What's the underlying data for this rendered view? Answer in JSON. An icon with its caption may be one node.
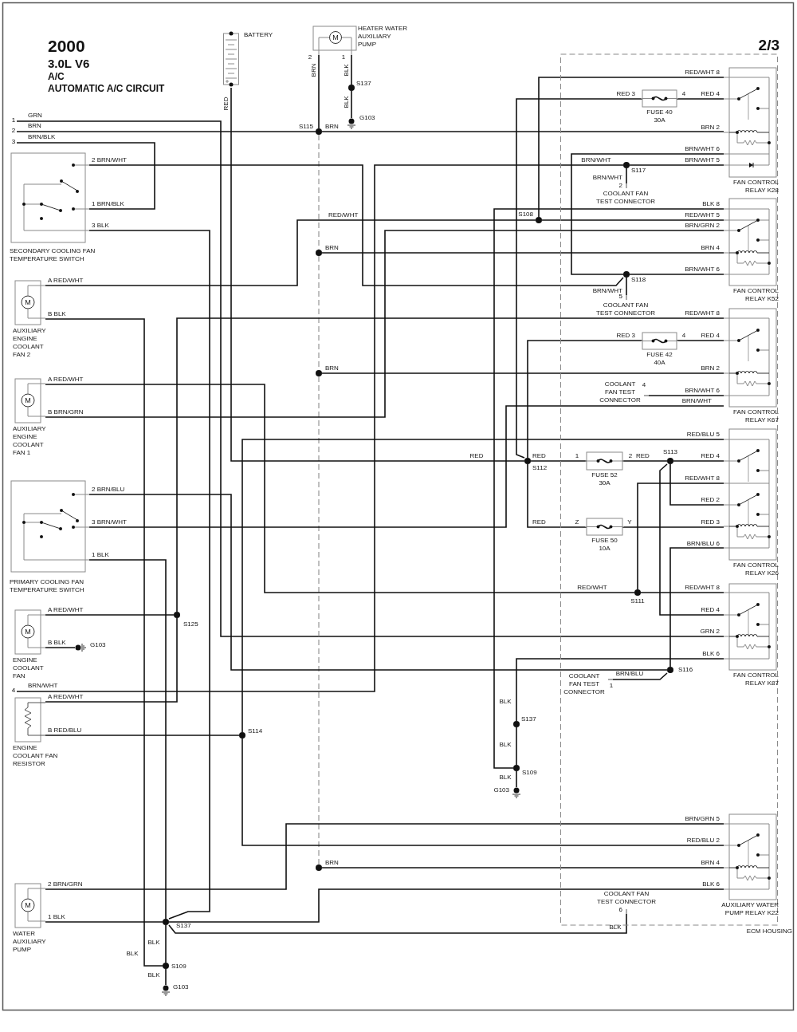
{
  "diagram": {
    "title": "2000",
    "nodes": [
      {
        "text": [
          "ECM HOUSING"
        ]
      },
      {
        "text": [
          "BATTERY"
        ]
      },
      {
        "text": [
          "M",
          "HEATER WATER AUXILIARY PUMP"
        ]
      },
      {
        "text": [
          "SECONDARY COOLING FAN TEMPERATURE SWITCH"
        ]
      },
      {
        "text": [
          "M",
          "AUXILIARY ENGINE COOLANT FAN 2"
        ]
      },
      {
        "text": [
          "M",
          "AUXILIARY ENGINE COOLANT FAN 1"
        ]
      },
      {
        "text": [
          "PRIMARY COOLING FAN TEMPERATURE SWITCH"
        ]
      },
      {
        "text": [
          "M",
          "ENGINE COOLANT FAN"
        ]
      },
      {
        "text": [
          "ENGINE COOLANT FAN RESISTOR"
        ]
      },
      {
        "text": [
          "M",
          "WATER AUXILIARY PUMP"
        ]
      },
      {
        "text": [
          "FAN CONTROL RELAY K28"
        ],
        "in": 0
      },
      {
        "text": [
          "FAN CONTROL RELAY K52"
        ],
        "in": 0
      },
      {
        "text": [
          "FAN CONTROL RELAY K67"
        ],
        "in": 0
      },
      {
        "text": [
          "FAN CONTROL RELAY K26"
        ],
        "in": 0
      },
      {
        "text": [
          "FAN CONTROL RELAY K87"
        ],
        "in": 0
      },
      {
        "text": [
          "AUXILIARY WATER PUMP RELAY K22"
        ],
        "in": 0
      },
      {
        "text": [
          "FUSE 40",
          "30A"
        ],
        "in": 0
      },
      {
        "text": [
          "FUSE 42",
          "40A"
        ],
        "in": 0
      },
      {
        "text": [
          "FUSE 52",
          "30A"
        ],
        "in": 0
      },
      {
        "text": [
          "FUSE 50",
          "10A"
        ],
        "in": 0
      },
      {
        "text": [
          "COOLANT FAN TEST CONNECTOR"
        ],
        "in": 0
      },
      {
        "text": [
          "COOLANT FAN TEST CONNECTOR"
        ],
        "in": 0
      },
      {
        "text": [
          "COOLANT FAN TEST CONNECTOR"
        ],
        "in": 0
      },
      {
        "text": [
          "COOLANT FAN TEST CONNECTOR"
        ],
        "in": 0
      },
      {
        "text": [
          "COOLANT FAN TEST CONNECTOR"
        ],
        "in": 0
      },
      {
        "text": [],
        "shape": "circle",
        "beside": [
          "S115"
        ]
      },
      {
        "text": [],
        "shape": "circle",
        "beside": [
          "S137"
        ]
      },
      {
        "text": [],
        "shape": "ground",
        "beside": [
          "G103"
        ]
      },
      {
        "text": [],
        "shape": "circle",
        "beside": [
          "S108"
        ]
      },
      {
        "text": [],
        "shape": "circle",
        "beside": [
          "S117"
        ],
        "in": 0
      },
      {
        "text": [],
        "shape": "circle",
        "beside": [
          "S118"
        ],
        "in": 0
      },
      {
        "text": [],
        "shape": "circle",
        "beside": [
          "S112"
        ]
      },
      {
        "text": [],
        "shape": "circle",
        "beside": [
          "S113"
        ],
        "in": 0
      },
      {
        "text": [],
        "shape": "circle",
        "beside": [
          "S111"
        ],
        "in": 0
      },
      {
        "text": [],
        "shape": "circle",
        "beside": [
          "S116"
        ],
        "in": 0
      },
      {
        "text": [],
        "shape": "circle",
        "beside": [
          "S125"
        ]
      },
      {
        "text": [],
        "shape": "circle",
        "beside": [
          "S114"
        ]
      },
      {
        "text": [],
        "shape": "ground",
        "beside": [
          "G103"
        ]
      },
      {
        "text": [],
        "shape": "circle",
        "beside": [
          "S137"
        ]
      },
      {
        "text": [],
        "shape": "circle",
        "beside": [
          "S109"
        ]
      },
      {
        "text": [],
        "shape": "ground",
        "beside": [
          "G103"
        ]
      },
      {
        "text": [],
        "shape": "circle",
        "beside": [
          "S137"
        ]
      },
      {
        "text": [],
        "shape": "circle",
        "beside": [
          "S109"
        ]
      },
      {
        "text": [],
        "shape": "ground",
        "beside": [
          "G103"
        ]
      },
      {
        "text": [],
        "shape": "circle"
      },
      {
        "text": [],
        "shape": "circle"
      },
      {
        "text": [],
        "shape": "circle"
      },
      {
        "text": [
          "1"
        ]
      },
      {
        "text": [
          "2"
        ]
      },
      {
        "text": [
          "3"
        ]
      },
      {
        "text": [
          "4"
        ]
      }
    ],
    "edges": [
      {
        "from": 47,
        "to": 14,
        "arrow": "none"
      },
      {
        "from": 48,
        "to": 25,
        "arrow": "none"
      },
      {
        "from": 25,
        "to": 10,
        "arrow": "none"
      },
      {
        "from": 2,
        "to": 25,
        "arrow": "none"
      },
      {
        "from": 25,
        "to": 44,
        "arrow": "none",
        "style": "dashed",
        "color": "#808080"
      },
      {
        "from": 44,
        "to": 11,
        "arrow": "none"
      },
      {
        "from": 44,
        "to": 45,
        "arrow": "none",
        "style": "dashed",
        "color": "#808080"
      },
      {
        "from": 45,
        "to": 12,
        "arrow": "none"
      },
      {
        "from": 45,
        "to": 46,
        "arrow": "none",
        "style": "dashed",
        "color": "#808080"
      },
      {
        "from": 46,
        "to": 15,
        "arrow": "none"
      },
      {
        "from": 2,
        "to": 26,
        "arrow": "none"
      },
      {
        "from": 26,
        "to": 27,
        "arrow": "none"
      },
      {
        "from": 49,
        "to": 3,
        "arrow": "none"
      },
      {
        "from": 3,
        "to": 30,
        "arrow": "none"
      },
      {
        "from": 50,
        "to": 29,
        "arrow": "none"
      },
      {
        "from": 3,
        "to": 41,
        "arrow": "none"
      },
      {
        "from": 4,
        "to": 28,
        "arrow": "none"
      },
      {
        "from": 4,
        "to": 42,
        "arrow": "none"
      },
      {
        "from": 5,
        "to": 33,
        "arrow": "none"
      },
      {
        "from": 5,
        "to": 11,
        "arrow": "none"
      },
      {
        "from": 6,
        "to": 34,
        "arrow": "none"
      },
      {
        "from": 6,
        "to": 12,
        "arrow": "none"
      },
      {
        "from": 6,
        "to": 41,
        "arrow": "none"
      },
      {
        "from": 7,
        "to": 35,
        "arrow": "none"
      },
      {
        "from": 7,
        "to": 37,
        "arrow": "none"
      },
      {
        "from": 35,
        "to": 12,
        "arrow": "none"
      },
      {
        "from": 35,
        "to": 8,
        "arrow": "none"
      },
      {
        "from": 8,
        "to": 36,
        "arrow": "none"
      },
      {
        "from": 36,
        "to": 13,
        "arrow": "none"
      },
      {
        "from": 36,
        "to": 15,
        "arrow": "none"
      },
      {
        "from": 9,
        "to": 15,
        "arrow": "none"
      },
      {
        "from": 9,
        "to": 41,
        "arrow": "none"
      },
      {
        "from": 41,
        "to": 15,
        "arrow": "none"
      },
      {
        "from": 41,
        "to": 24,
        "arrow": "none"
      },
      {
        "from": 41,
        "to": 42,
        "arrow": "none"
      },
      {
        "from": 42,
        "to": 43,
        "arrow": "none"
      },
      {
        "from": 1,
        "to": 31,
        "arrow": "none"
      },
      {
        "from": 31,
        "to": 16,
        "arrow": "none"
      },
      {
        "from": 31,
        "to": 17,
        "arrow": "none"
      },
      {
        "from": 31,
        "to": 18,
        "arrow": "none"
      },
      {
        "from": 31,
        "to": 19,
        "arrow": "none"
      },
      {
        "from": 16,
        "to": 10,
        "arrow": "none"
      },
      {
        "from": 17,
        "to": 12,
        "arrow": "none"
      },
      {
        "from": 18,
        "to": 32,
        "arrow": "none"
      },
      {
        "from": 19,
        "to": 13,
        "arrow": "none"
      },
      {
        "from": 32,
        "to": 13,
        "arrow": "none"
      },
      {
        "from": 32,
        "to": 13,
        "arrow": "none"
      },
      {
        "from": 32,
        "to": 14,
        "arrow": "none"
      },
      {
        "from": 33,
        "to": 14,
        "arrow": "none"
      },
      {
        "from": 33,
        "to": 13,
        "arrow": "none"
      },
      {
        "from": 34,
        "to": 13,
        "arrow": "none"
      },
      {
        "from": 34,
        "to": 23,
        "arrow": "none"
      },
      {
        "from": 28,
        "to": 11,
        "arrow": "none"
      },
      {
        "from": 28,
        "to": 10,
        "arrow": "none"
      },
      {
        "from": 29,
        "to": 10,
        "arrow": "none"
      },
      {
        "from": 29,
        "to": 20,
        "arrow": "none"
      },
      {
        "from": 30,
        "to": 11,
        "arrow": "none"
      },
      {
        "from": 30,
        "to": 10,
        "arrow": "none"
      },
      {
        "from": 30,
        "to": 21,
        "arrow": "none"
      },
      {
        "from": 22,
        "to": 12,
        "arrow": "none"
      },
      {
        "from": 38,
        "to": 14,
        "arrow": "none"
      },
      {
        "from": 38,
        "to": 39,
        "arrow": "none"
      },
      {
        "from": 39,
        "to": 40,
        "arrow": "none"
      },
      {
        "from": 11,
        "to": 39,
        "arrow": "none"
      }
    ],
    "labels": [
      "3.0L V6",
      "A/C",
      "AUTOMATIC A/C CIRCUIT",
      "2/3",
      "RED",
      "2",
      "1",
      "BRN",
      "BLK",
      "BLK",
      "GRN",
      "BRN",
      "BRN",
      "BRN/BLK",
      "2 BRN/WHT",
      "1 BRN/BLK",
      "RED/WHT",
      "3 BLK",
      "BRN",
      "A RED/WHT",
      "B BLK",
      "BRN",
      "A RED/WHT",
      "B BRN/GRN",
      "2 BRN/BLU",
      "3 BRN/WHT",
      "1 BLK",
      "A RED/WHT",
      "B BLK",
      "BRN/WHT",
      "A RED/WHT",
      "B RED/BLU",
      "BRN",
      "2 BRN/GRN",
      "1 BLK",
      "BLK",
      "BLK",
      "BLK",
      "BLK",
      "BLK",
      "BLK",
      "RED/WHT 8",
      "RED 3",
      "4",
      "RED 4",
      "BRN 2",
      "BRN/WHT 6",
      "BRN/WHT",
      "BRN/WHT 5",
      "BRN/WHT",
      "2",
      "BLK 8",
      "RED/WHT 5",
      "BRN/GRN 2",
      "BRN 4",
      "BRN/WHT 6",
      "BRN/WHT",
      "5",
      "RED/WHT 8",
      "RED 3",
      "4",
      "RED 4",
      "BRN 2",
      "4",
      "BRN/WHT 6",
      "BRN/WHT",
      "RED/BLU 5",
      "RED",
      "RED",
      "1",
      "2",
      "RED",
      "RED 4",
      "RED/WHT 8",
      "RED 2",
      "RED",
      "Z",
      "Y",
      "RED 3",
      "BRN/BLU 6",
      "RED/WHT",
      "RED/WHT 8",
      "RED 4",
      "GRN 2",
      "BLK 6",
      "BRN/BLU",
      "1",
      "BRN/GRN 5",
      "RED/BLU 2",
      "BRN 4",
      "BLK 6",
      "6",
      "BLK"
    ]
  }
}
